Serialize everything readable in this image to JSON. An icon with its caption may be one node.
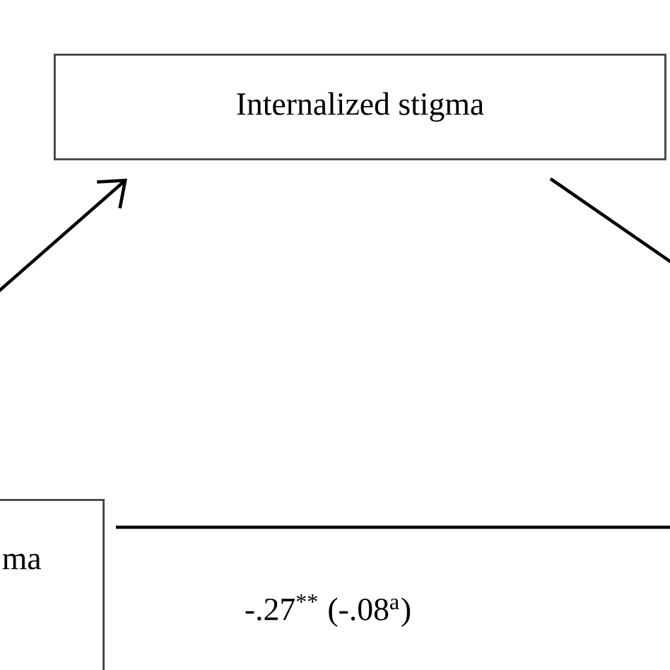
{
  "diagram": {
    "nodes": [
      {
        "text": [
          "Internalized stigma"
        ]
      },
      {
        "text": [
          "ma"
        ]
      }
    ],
    "edges": [
      {
        "from": null,
        "to": 0,
        "arrow": "to"
      },
      {
        "from": 0,
        "to": null,
        "arrow": "none"
      },
      {
        "from": 1,
        "to": null,
        "arrow": "none",
        "label": "-.27$^{**}$ (-.08$^{a}$)"
      }
    ]
  }
}
